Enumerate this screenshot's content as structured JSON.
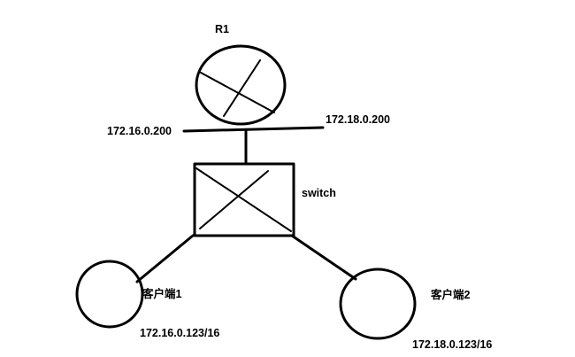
{
  "diagram": {
    "router": {
      "label": "R1",
      "left_ip": "172.16.0.200",
      "right_ip": "172.18.0.200"
    },
    "switch": {
      "label": "switch"
    },
    "clients": [
      {
        "label": "客户端1",
        "ip": "172.16.0.123/16"
      },
      {
        "label": "客户端2",
        "ip": "172.18.0.123/16"
      }
    ],
    "stroke_color": "#000000"
  }
}
